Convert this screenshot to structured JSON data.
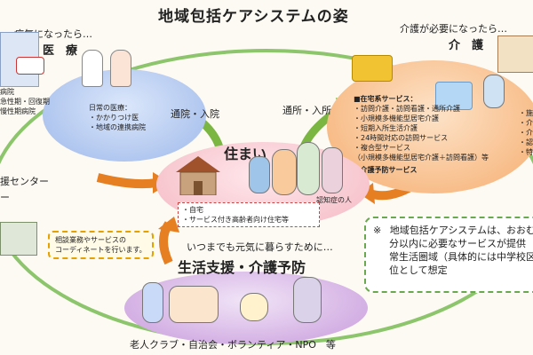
{
  "title": "地域包括ケアシステムの姿",
  "medical": {
    "trigger": "病気になったら…",
    "heading": "医　療",
    "clinic_items": [
      "日常の医療：",
      "・かかりつけ医",
      "・地域の連携病院"
    ],
    "hospital_items": [
      "病院",
      "急性期・回復期",
      "慢性期病院"
    ]
  },
  "care": {
    "trigger": "介護が必要になったら…",
    "heading": "介　護",
    "home_services_title": "■在宅系サービス：",
    "home_services": [
      "・訪問介護・訪問看護・通所介護",
      "・小規模多機能型居宅介護",
      "・短期入所生活介護",
      "・24時間対応の訪問サービス",
      "・複合型サービス",
      "（小規模多機能型居宅介護＋訪問看護）等"
    ],
    "prevention_title": "■介護予防サービス",
    "facility_items": [
      "・施",
      "・介",
      "・介",
      "・認",
      "・特"
    ]
  },
  "home": {
    "heading": "住まい",
    "dementia_label": "認知症の人",
    "housing_items": [
      "・自宅",
      "・サービス付き高齢者向け住宅等"
    ]
  },
  "arrows": {
    "left_label": "通院・入院",
    "right_label": "通所・入所"
  },
  "support_center": {
    "title_fragment": "援センター",
    "sub_fragment": "ー",
    "coordination_text": [
      "相談業務やサービスの",
      "コーディネートを行います。"
    ]
  },
  "life": {
    "intro": "いつまでも元気に暮らすために…",
    "heading": "生活支援・介護予防",
    "footer": "老人クラブ・自治会・ボランティア・NPO　等"
  },
  "note": {
    "mark": "※",
    "lines": [
      "地域包括ケアシステムは、おおむ",
      "分以内に必要なサービスが提供",
      "常生活圏域（具体的には中学校区",
      "位として想定"
    ]
  },
  "colors": {
    "medical": "#9fb9ea",
    "care": "#f6ad6f",
    "home": "#f4b8c2",
    "life": "#c89bdc",
    "arrow_green": "#7bb542",
    "arrow_orange": "#e67e22",
    "ring": "#8cc56b"
  }
}
